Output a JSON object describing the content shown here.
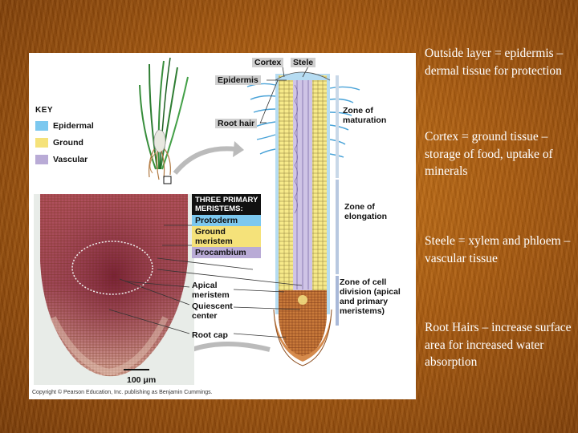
{
  "figure": {
    "labels": {
      "cortex": "Cortex",
      "stele": "Stele",
      "epidermis": "Epidermis",
      "root_hair": "Root hair",
      "zone_maturation": "Zone of\nmaturation",
      "zone_elongation": "Zone of\nelongation",
      "zone_cell_division": "Zone of cell\ndivision (apical\nand primary\nmeristems)",
      "apical_meristem": "Apical\nmeristem",
      "quiescent_center": "Quiescent\ncenter",
      "root_cap": "Root cap",
      "scale_bar": "100 μm",
      "copyright": "Copyright © Pearson Education, Inc. publishing as Benjamin Cummings."
    },
    "key": {
      "title": "KEY",
      "items": [
        {
          "label": "Epidermal",
          "color": "#7cc8ef"
        },
        {
          "label": "Ground",
          "color": "#f5e27a"
        },
        {
          "label": "Vascular",
          "color": "#b9abd6"
        }
      ]
    },
    "meristems": {
      "title": "THREE PRIMARY\nMERISTEMS:",
      "items": [
        {
          "label": "Protoderm",
          "color": "#7cc8ef"
        },
        {
          "label": "Ground\nmeristem",
          "color": "#f5e27a"
        },
        {
          "label": "Procambium",
          "color": "#b9abd6"
        }
      ]
    }
  },
  "notes": [
    "Outside layer = epidermis – dermal tissue for protection",
    "Cortex = ground tissue – storage of food, uptake of minerals",
    "Steele = xylem and phloem – vascular tissue",
    "Root Hairs – increase surface area for increased water absorption"
  ]
}
